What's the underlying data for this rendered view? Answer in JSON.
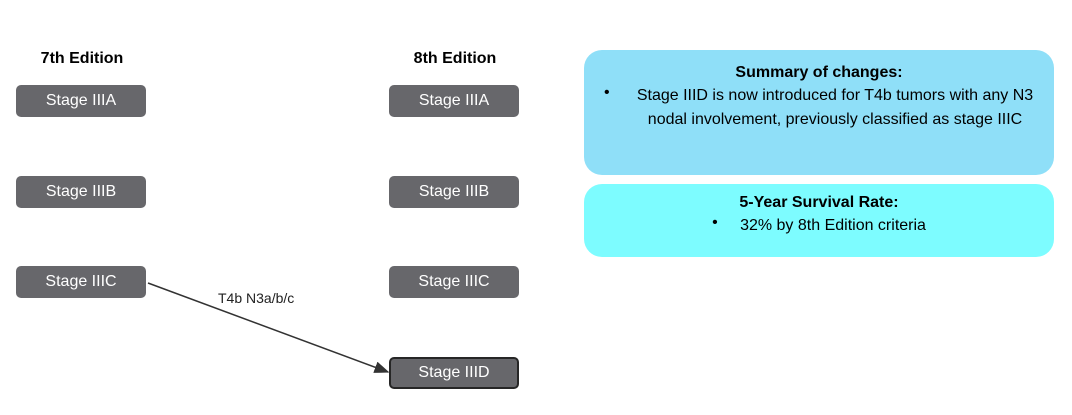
{
  "left_column": {
    "heading": "7th Edition",
    "stages": [
      "Stage IIIA",
      "Stage IIIB",
      "Stage IIIC"
    ]
  },
  "right_column": {
    "heading": "8th Edition",
    "stages": [
      "Stage IIIA",
      "Stage IIIB",
      "Stage IIIC",
      "Stage IIID"
    ]
  },
  "arrow": {
    "label": "T4b N3a/b/c",
    "from": "Stage IIIC",
    "to": "Stage IIID"
  },
  "summary": {
    "title": "Summary of changes:",
    "bullet": "•",
    "text": "Stage IIID is now introduced for T4b tumors with any N3 nodal involvement, previously classified as stage IIIC"
  },
  "survival": {
    "title": "5-Year Survival Rate:",
    "bullet": "•",
    "text": "32% by 8th Edition criteria"
  },
  "colors": {
    "stage_box": "#67676b",
    "summary_bg": "#8fdff8",
    "survival_bg": "#7dfcff"
  }
}
